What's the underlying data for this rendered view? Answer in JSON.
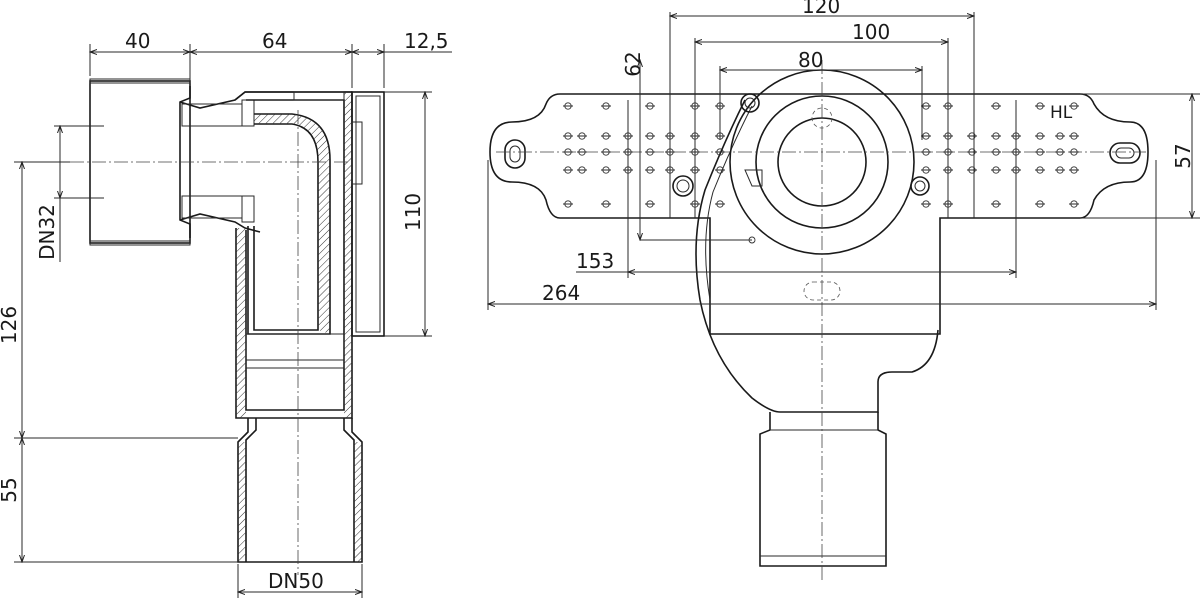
{
  "side_view": {
    "dim_40": "40",
    "dim_64": "64",
    "dim_12_5": "12,5",
    "dim_110": "110",
    "dim_126": "126",
    "dim_55": "55",
    "label_dn32": "DN32",
    "label_dn50": "DN50"
  },
  "front_view": {
    "dim_120": "120",
    "dim_100": "100",
    "dim_80": "80",
    "dim_62": "62",
    "dim_57": "57",
    "dim_153": "153",
    "dim_264": "264",
    "label_hl": "HL"
  },
  "colors": {
    "line": "#1a1a1a",
    "background": "#ffffff"
  }
}
